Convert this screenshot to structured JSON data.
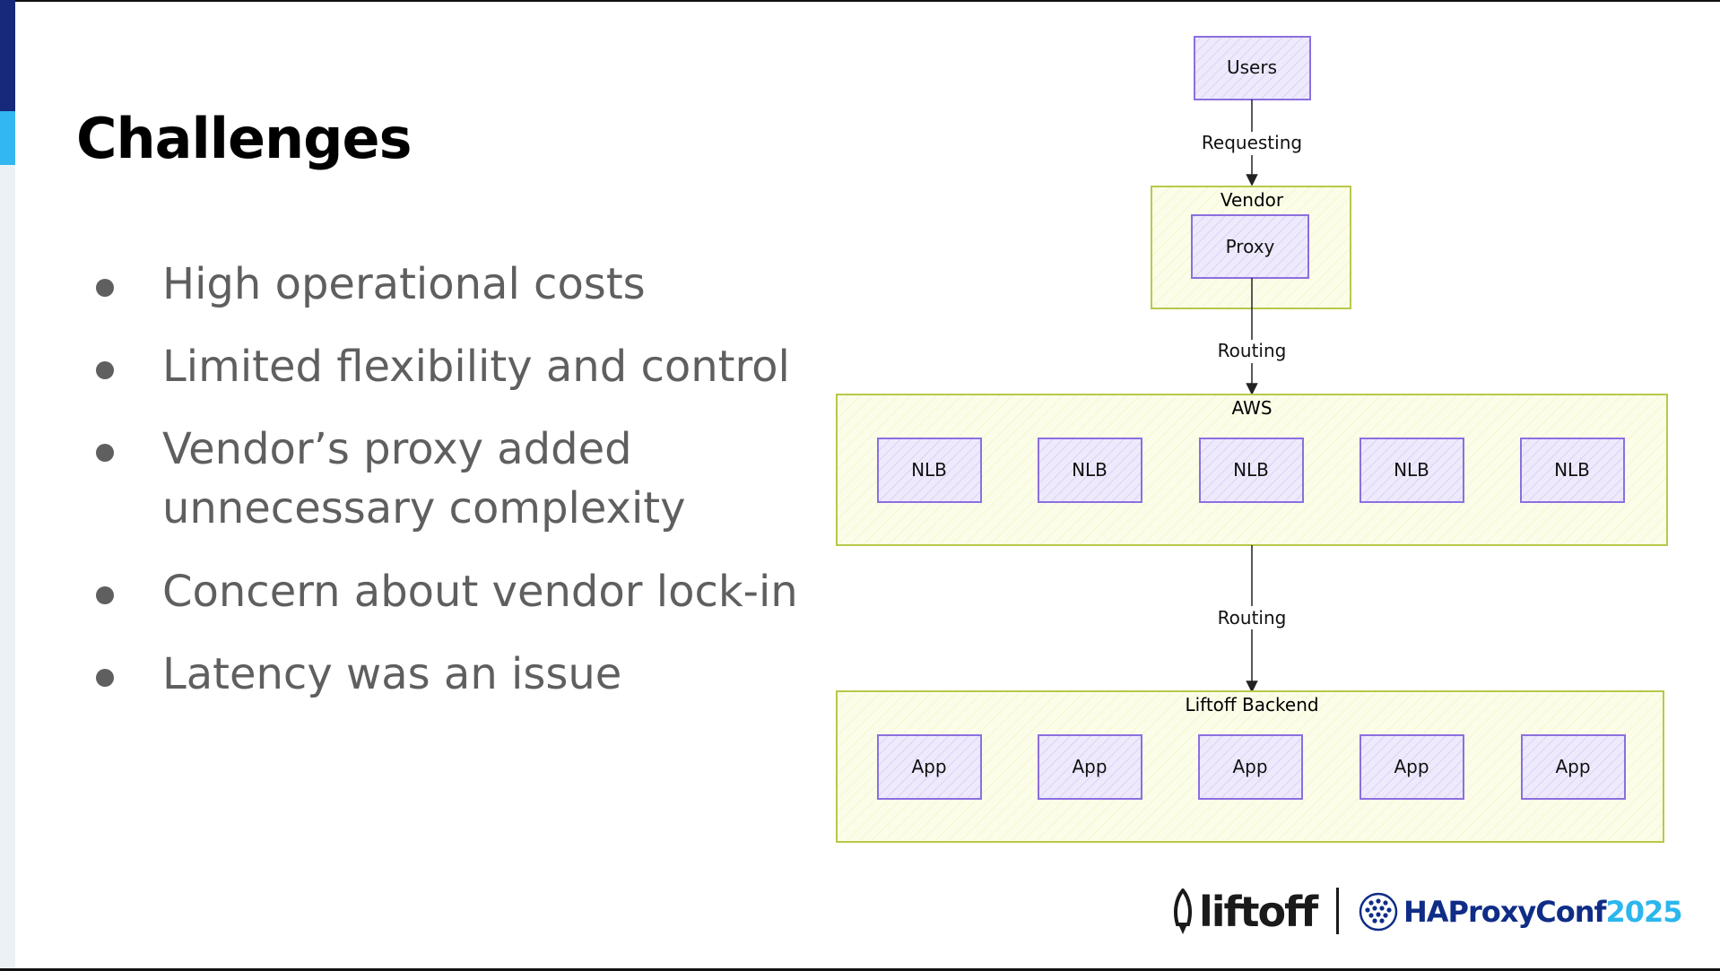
{
  "slide": {
    "title": "Challenges",
    "bullets": [
      "High operational costs",
      "Limited flexibility and control",
      "Vendor’s proxy added unnecessary complexity",
      "Concern about vendor lock-in",
      "Latency was an issue"
    ]
  },
  "diagram": {
    "users": "Users",
    "edge_requesting": "Requesting",
    "vendor_group": "Vendor",
    "proxy": "Proxy",
    "edge_routing_1": "Routing",
    "aws_group": "AWS",
    "nlbs": [
      "NLB",
      "NLB",
      "NLB",
      "NLB",
      "NLB"
    ],
    "edge_routing_2": "Routing",
    "backend_group": "Liftoff Backend",
    "apps": [
      "App",
      "App",
      "App",
      "App",
      "App"
    ]
  },
  "footer": {
    "liftoff_logo": "liftoff",
    "haproxy_logo": "HAProxyConf",
    "haproxy_year": "2025"
  },
  "colors": {
    "node_stroke": "#8b6fe0",
    "node_fill": "#e9e5fb",
    "group_stroke": "#b8c84a",
    "group_fill": "#fbfde6",
    "accent_dark": "#16297a",
    "accent_light": "#34b6f0"
  }
}
